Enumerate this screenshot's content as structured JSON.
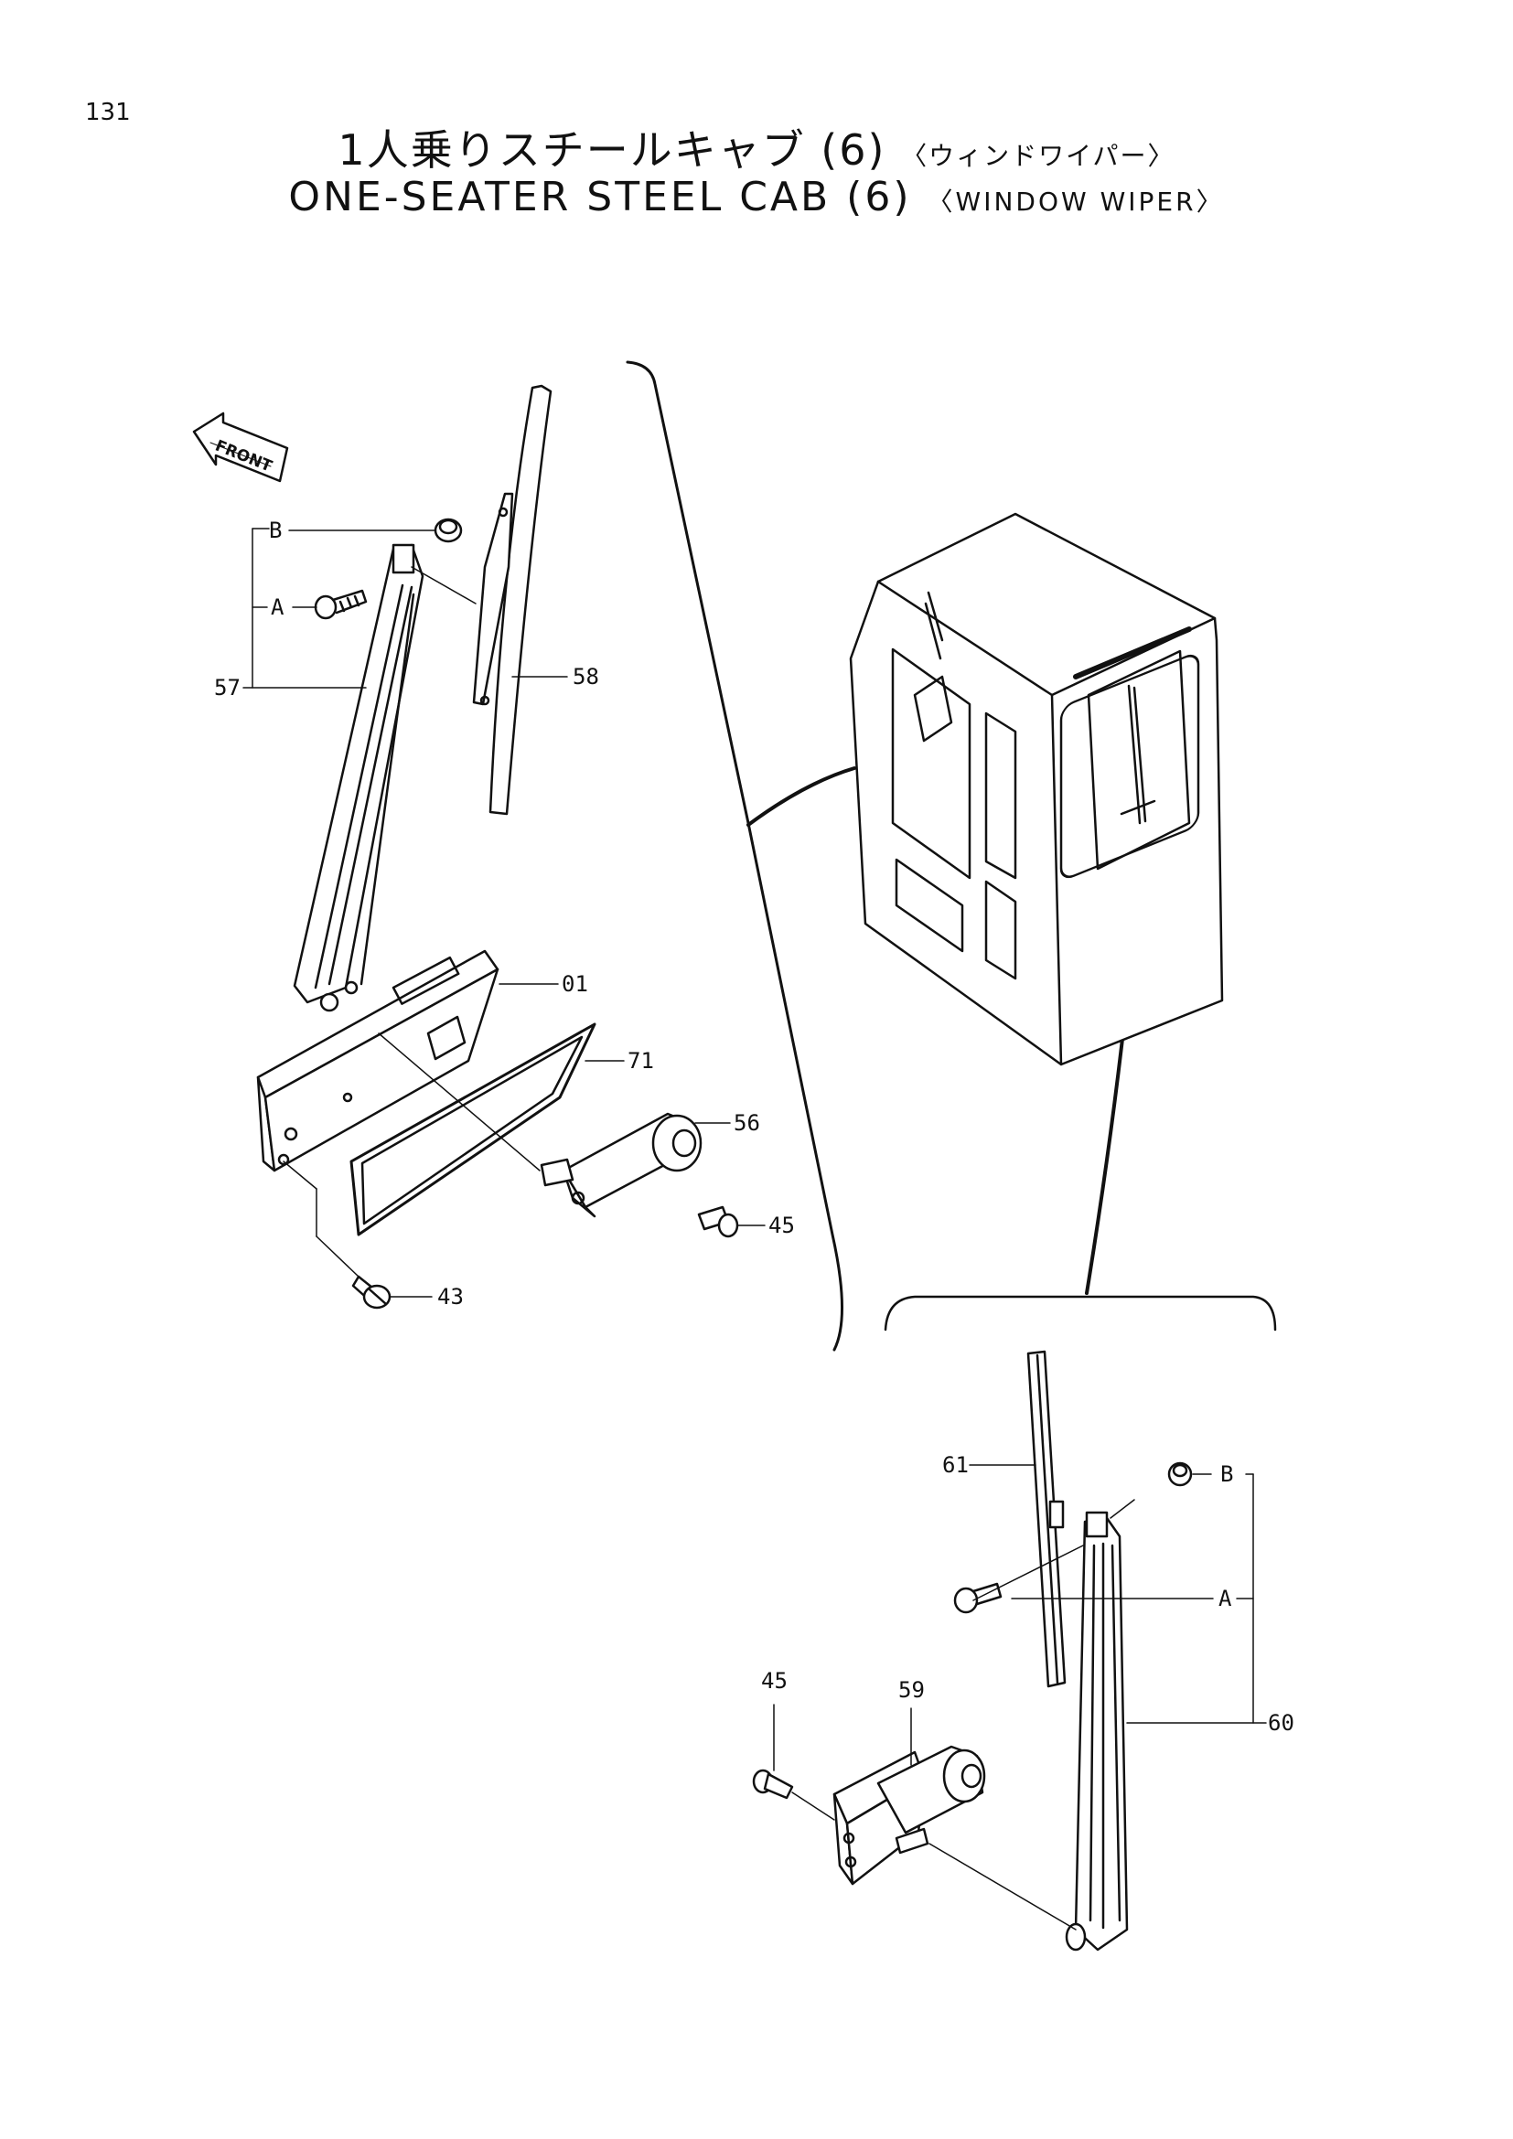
{
  "page_number": "131",
  "title": {
    "jp_main": "1人乗りスチールキャブ (6)",
    "jp_sub": "〈ウィンドワイパー〉",
    "en_main": "ONE-SEATER STEEL CAB (6)",
    "en_sub": "〈WINDOW WIPER〉"
  },
  "direction_label": "FRONT",
  "part_labels": {
    "b_upper": "B",
    "a_upper": "A",
    "p57": "57",
    "p58": "58",
    "p01": "01",
    "p71": "71",
    "p56": "56",
    "p45_upper": "45",
    "p43": "43",
    "p61": "61",
    "b_lower": "B",
    "a_lower": "A",
    "p60": "60",
    "p45_lower": "45",
    "p59": "59"
  }
}
